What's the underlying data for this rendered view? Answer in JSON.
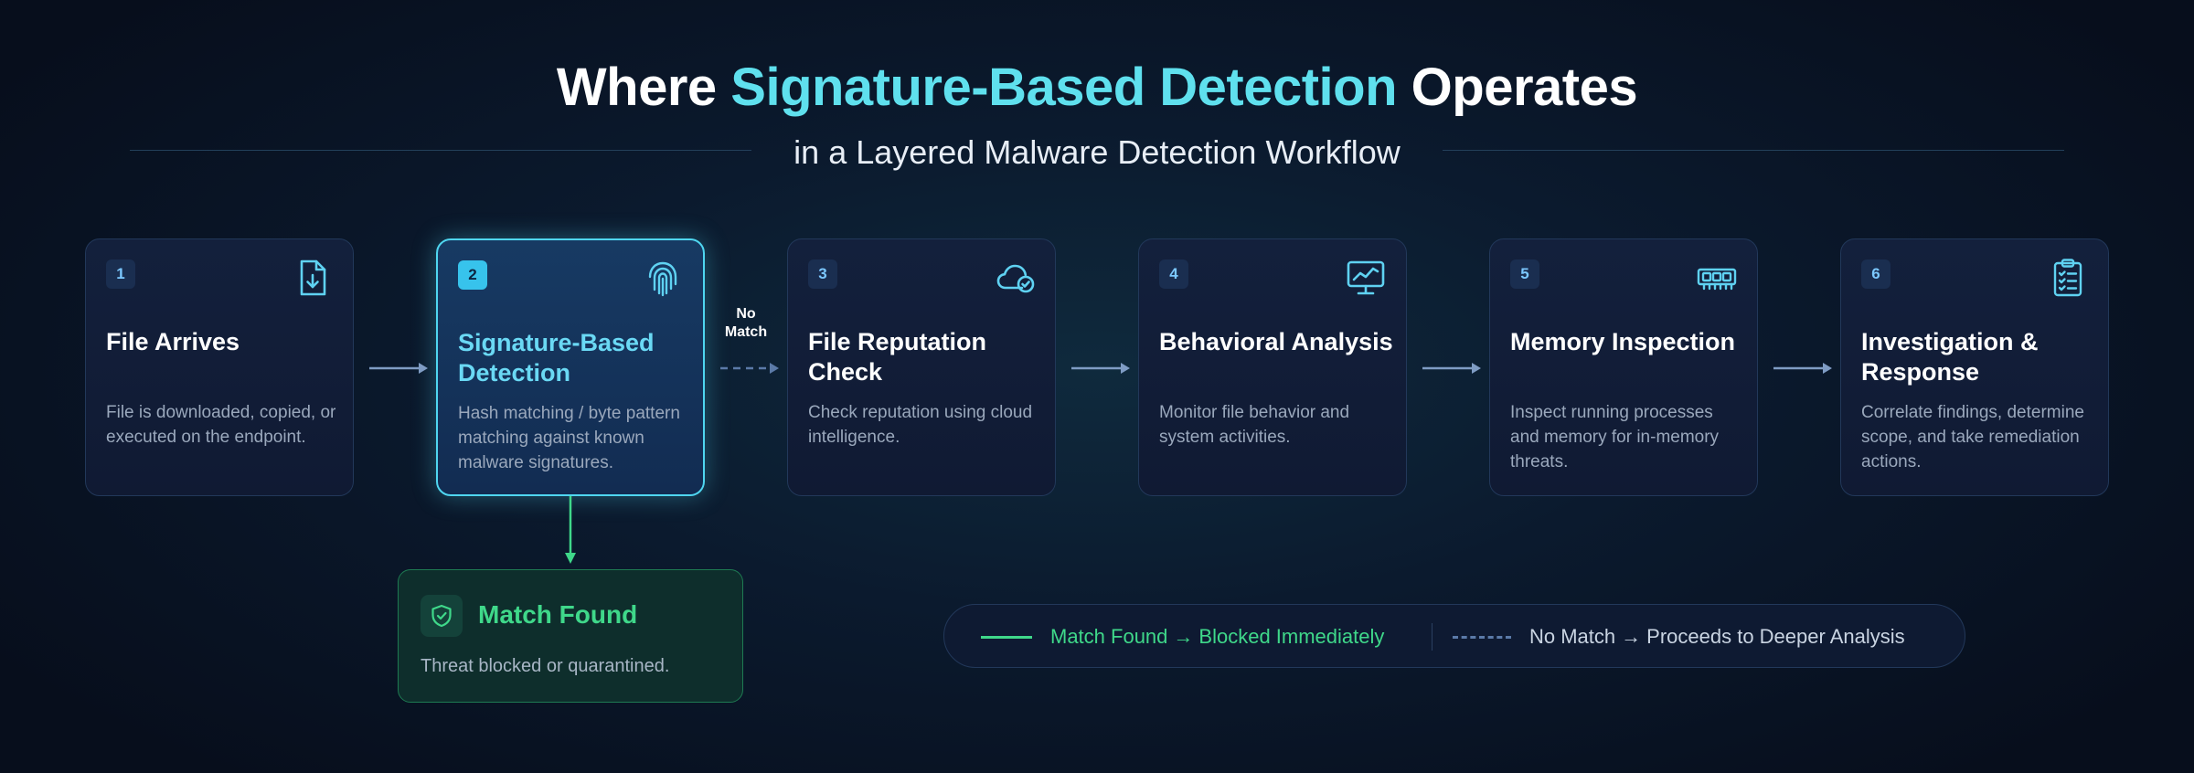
{
  "title": {
    "prefix": "Where ",
    "highlight": "Signature-Based Detection",
    "suffix": " Operates"
  },
  "subtitle": "in a Layered Malware Detection Workflow",
  "steps": [
    {
      "number": "1",
      "title": "File Arrives",
      "description": "File is downloaded, copied, or executed on the endpoint.",
      "icon": "file-download-icon"
    },
    {
      "number": "2",
      "title": "Signature-Based Detection",
      "description": "Hash matching / byte pattern matching against known malware signatures.",
      "icon": "fingerprint-icon"
    },
    {
      "number": "3",
      "title": "File Reputation Check",
      "description": "Check reputation using cloud intelligence.",
      "icon": "cloud-check-icon"
    },
    {
      "number": "4",
      "title": "Behavioral Analysis",
      "description": "Monitor file behavior and system activities.",
      "icon": "monitor-chart-icon"
    },
    {
      "number": "5",
      "title": "Memory Inspection",
      "description": "Inspect running processes and memory for in-memory threats.",
      "icon": "memory-chip-icon"
    },
    {
      "number": "6",
      "title": "Investigation & Response",
      "description": "Correlate findings, determine scope, and take remediation actions.",
      "icon": "clipboard-checklist-icon"
    }
  ],
  "connector_label": "No Match",
  "match": {
    "title": "Match Found",
    "description": "Threat blocked or quarantined.",
    "icon": "shield-check-icon"
  },
  "legend": {
    "solid_label": "Match Found",
    "solid_result": "Blocked Immediately",
    "dashed_label": "No Match",
    "dashed_result": "Proceeds to Deeper Analysis",
    "arrow": "→"
  },
  "colors": {
    "accent": "#5fe0ee",
    "match_green": "#3fd88a",
    "card_border": "#22385a",
    "active_border": "#4fd6f0"
  }
}
